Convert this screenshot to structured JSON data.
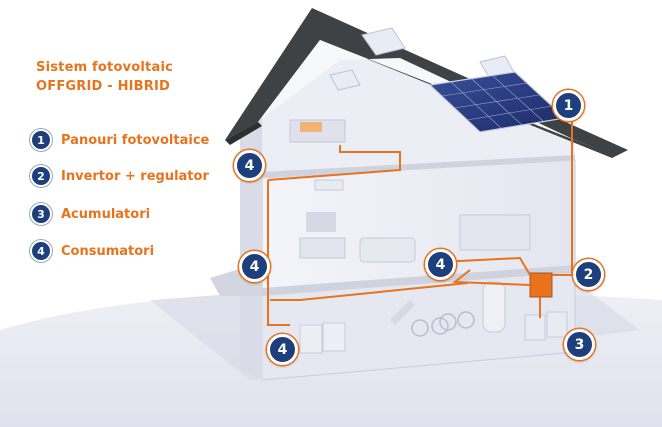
{
  "title": {
    "line1": "Sistem fotovoltaic",
    "line2": "OFFGRID - HIBRID"
  },
  "legend": [
    {
      "number": "1",
      "label": "Panouri fotovoltaice"
    },
    {
      "number": "2",
      "label": "Invertor + regulator"
    },
    {
      "number": "3",
      "label": "Acumulatori"
    },
    {
      "number": "4",
      "label": "Consumatori"
    }
  ],
  "markers": [
    {
      "number": "1"
    },
    {
      "number": "2"
    },
    {
      "number": "3"
    },
    {
      "number": "4"
    },
    {
      "number": "4"
    },
    {
      "number": "4"
    },
    {
      "number": "4"
    }
  ],
  "colors": {
    "accent": "#e8731c",
    "badge": "#1d3f7c",
    "roof": "#3f4245"
  }
}
